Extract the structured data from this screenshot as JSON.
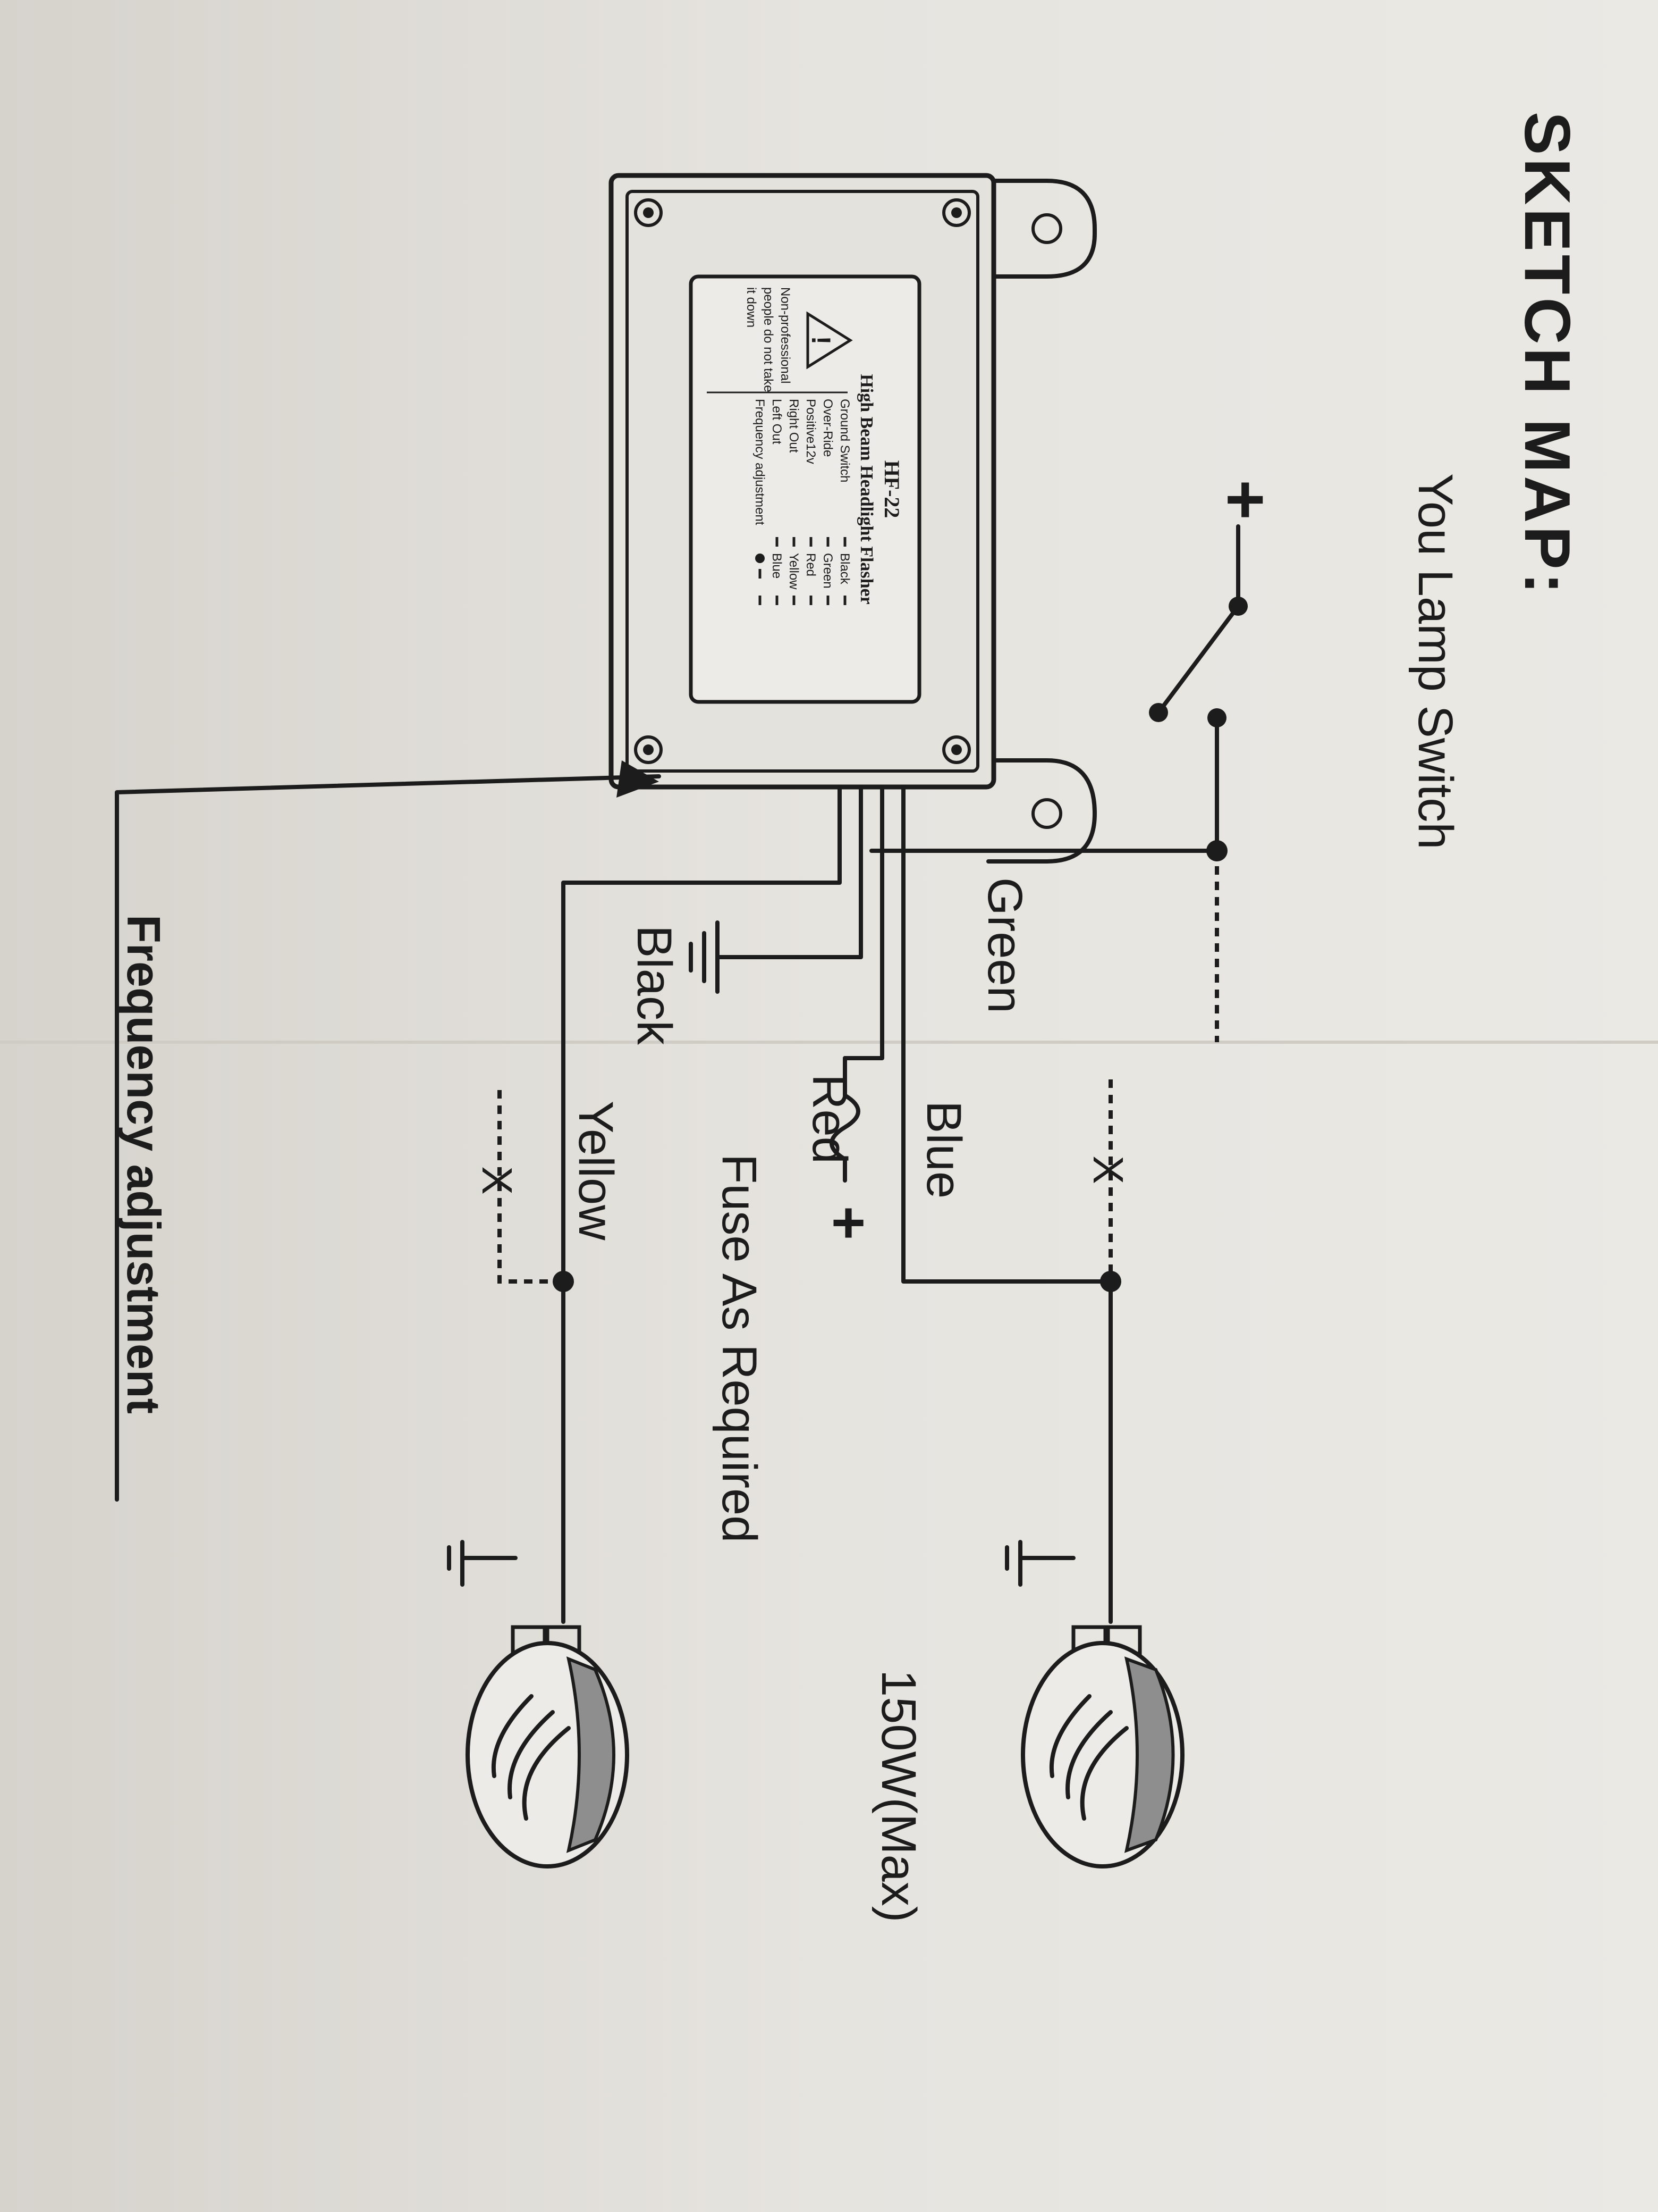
{
  "title": "SKETCH MAP:",
  "switch_label": "You Lamp Switch",
  "plus_sign": "+",
  "minus_sign": "-",
  "wires": {
    "green": "Green",
    "blue": "Blue",
    "red": "Red",
    "black": "Black",
    "yellow": "Yellow"
  },
  "fuse_label": "Fuse As Required",
  "power_label": "150W(Max)",
  "frequency_label": "Frequency adjustment",
  "cut_mark": "X",
  "device": {
    "model": "HF-22",
    "name": "High Beam Headlight Flasher",
    "warning_icon": "warning-triangle-icon",
    "warning_glyph": "!",
    "warning_lines": [
      "Non-professional",
      "people do not take",
      "it down"
    ],
    "wiring_table": [
      {
        "function": "Ground Switch",
        "color": "Black"
      },
      {
        "function": "Over-Ride",
        "color": "Green"
      },
      {
        "function": "Positive12v",
        "color": "Red"
      },
      {
        "function": "Right Out",
        "color": "Yellow"
      },
      {
        "function": "Left Out",
        "color": "Blue"
      },
      {
        "function": "Frequency adjustment",
        "color": ""
      }
    ]
  },
  "icons": [
    "ground-icon",
    "headlamp-icon",
    "switch-icon",
    "fuse-icon",
    "screw-icon",
    "mounting-tab-icon"
  ],
  "colors": {
    "paper": "#e9e7e2",
    "ink": "#1c1c1c",
    "lamp_fill": "#8e8e8e"
  }
}
